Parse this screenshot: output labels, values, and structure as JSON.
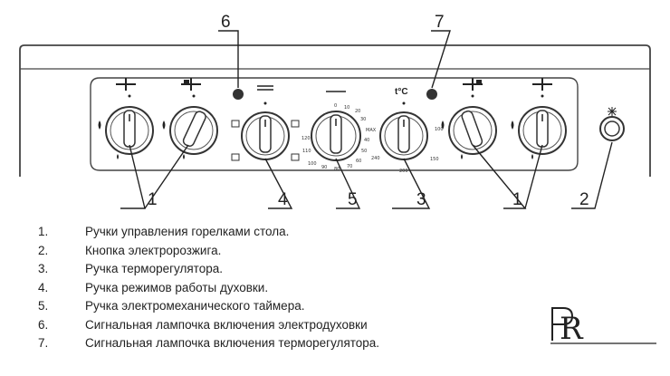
{
  "callouts": {
    "c6": "6",
    "c7": "7",
    "c1_left": "1",
    "c4": "4",
    "c5": "5",
    "c3": "3",
    "c1_right": "1",
    "c2": "2"
  },
  "timer_scale": [
    "0",
    "10",
    "20",
    "30",
    "40",
    "50",
    "60",
    "70",
    "80",
    "90",
    "100",
    "110",
    "120",
    "MAX"
  ],
  "thermostat_scale": [
    "100",
    "150",
    "200",
    "240"
  ],
  "legend": [
    {
      "num": "1.",
      "text": "Ручки управления горелками стола."
    },
    {
      "num": "2.",
      "text": "Кнопка электророзжига."
    },
    {
      "num": "3.",
      "text": "Ручка терморегулятора."
    },
    {
      "num": "4.",
      "text": "Ручка режимов работы духовки."
    },
    {
      "num": "5.",
      "text": "Ручка электромеханического таймера."
    },
    {
      "num": "6.",
      "text": "Сигнальная лампочка включения электродуховки"
    },
    {
      "num": "7.",
      "text": "Сигнальная лампочка включения терморегулятора."
    }
  ],
  "thermostat_symbol": "t°C",
  "logo_text": "R"
}
